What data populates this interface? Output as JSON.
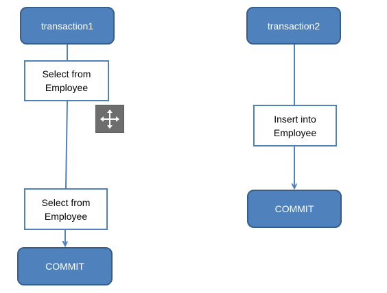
{
  "diagram": {
    "transaction1": {
      "header": "transaction1",
      "step1": [
        "Select from",
        "Employee"
      ],
      "step2": [
        "Select from",
        "Employee"
      ],
      "commit": "COMMIT"
    },
    "transaction2": {
      "header": "transaction2",
      "step1": [
        "Insert into",
        "Employee"
      ],
      "commit": "COMMIT"
    }
  },
  "colors": {
    "node_fill": "#4f81bd",
    "node_border": "#385d8a",
    "line": "#4f81bd",
    "handle": "#6d6d6d"
  },
  "icons": {
    "move_handle": "move-arrows-icon"
  }
}
